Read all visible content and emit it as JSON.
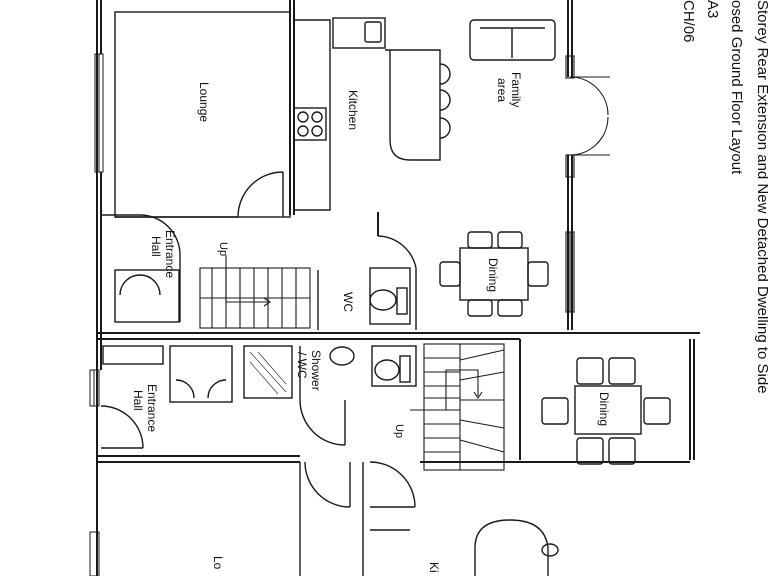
{
  "title_block": {
    "lines": [
      "Storey Rear Extension and New Detached Dwelling to Side",
      "osed Ground Floor Layout",
      "A3",
      "CH/06"
    ]
  },
  "rooms": {
    "lounge_top": "Lounge",
    "kitchen_top": "Kitchen",
    "family_line1": "Family",
    "family_line2": "area",
    "dining_top": "Dining",
    "entrance_top_line1": "Entrance",
    "entrance_top_line2": "Hall",
    "wc_top": "WC",
    "shower_line1": "Shower",
    "shower_line2": "/ WC",
    "entrance_bottom_line1": "Entrance",
    "entrance_bottom_line2": "Hall",
    "dining_bottom": "Dining",
    "lounge_bottom": "Lo",
    "kitchen_bottom": "Ki"
  },
  "stairs": {
    "up_top": "Up",
    "up_bottom": "Up"
  },
  "colors": {
    "line": "#1a1a1a",
    "paper": "#ffffff"
  }
}
